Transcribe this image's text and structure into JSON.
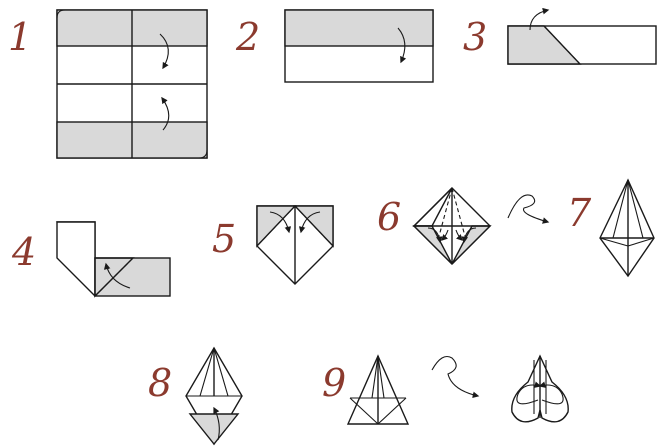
{
  "colors": {
    "paper_grey": "#d9d9d9",
    "paper_white": "#ffffff",
    "line": "#1a1a1a",
    "step_number": "#8b3a2e"
  },
  "steps": [
    {
      "number": "1",
      "icon": "square-paper-fold-edges-to-center"
    },
    {
      "number": "2",
      "icon": "fold-in-half-horizontal"
    },
    {
      "number": "3",
      "icon": "fold-corner-up"
    },
    {
      "number": "4",
      "icon": "folded-corner-strip"
    },
    {
      "number": "5",
      "icon": "fold-top-corners-down"
    },
    {
      "number": "6",
      "icon": "diamond-fold-edges-to-center"
    },
    {
      "number": "7",
      "icon": "kite-shape"
    },
    {
      "number": "8",
      "icon": "fold-bottom-up"
    },
    {
      "number": "9",
      "icon": "finished-model"
    }
  ]
}
